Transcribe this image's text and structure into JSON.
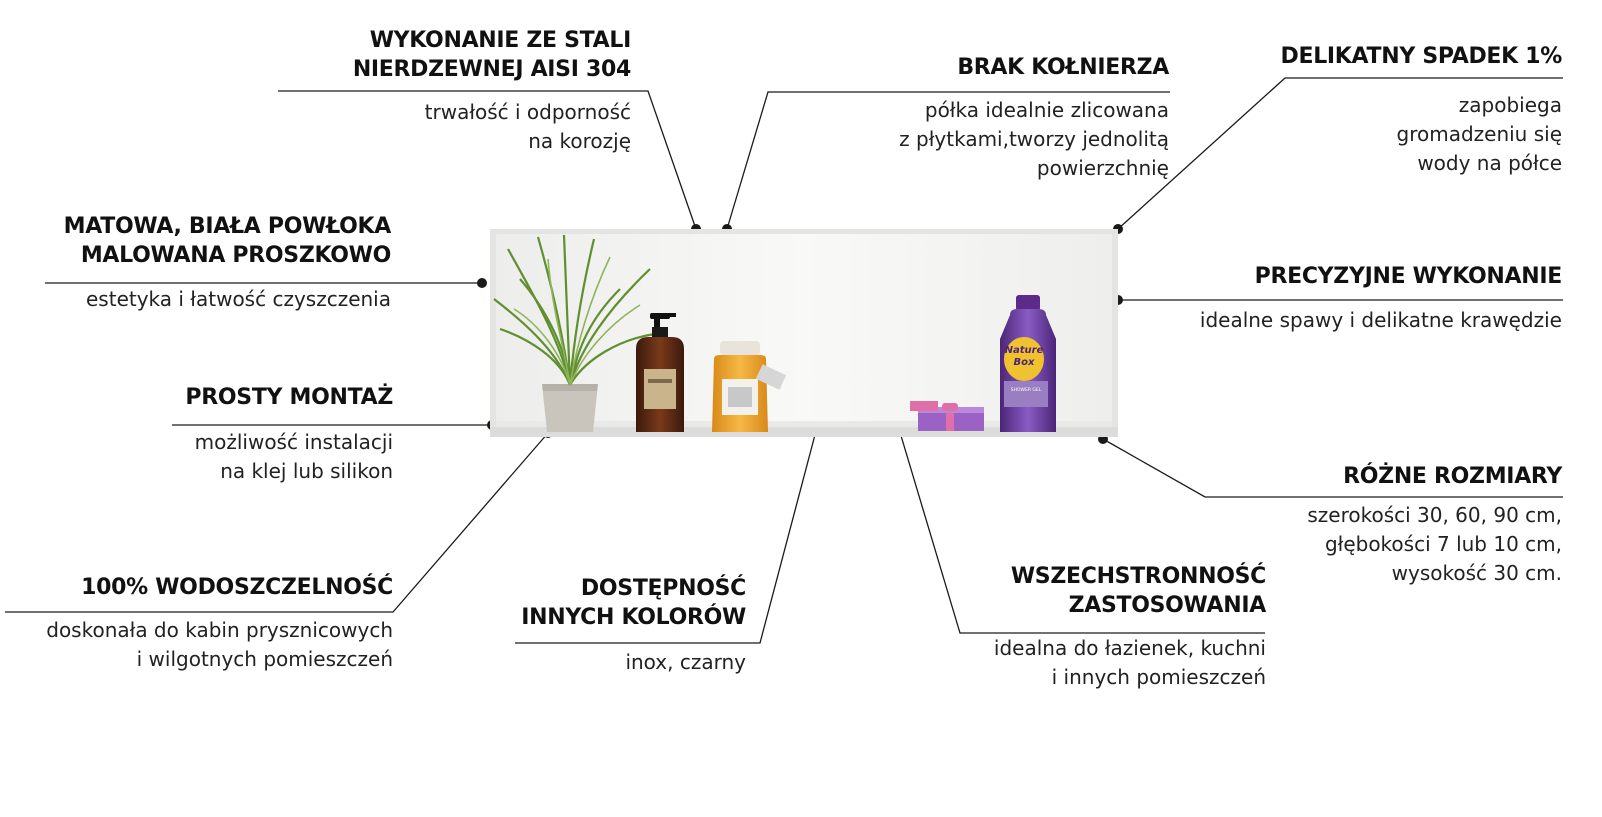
{
  "callouts": {
    "steel": {
      "title1": "WYKONANIE ZE STALI",
      "title2": "NIERDZEWNEJ AISI 304",
      "desc1": "trwałość i odporność",
      "desc2": "na korozję"
    },
    "flange": {
      "title1": "BRAK KOŁNIERZA",
      "desc1": "półka idealnie zlicowana",
      "desc2": "z płytkami,tworzy jednolitą",
      "desc3": "powierzchnię"
    },
    "slope": {
      "title1": "DELIKATNY SPADEK 1%",
      "desc1": "zapobiega",
      "desc2": "gromadzeniu się",
      "desc3": "wody na półce"
    },
    "coating": {
      "title1": "MATOWA, BIAŁA POWŁOKA",
      "title2": "MALOWANA PROSZKOWO",
      "desc1": "estetyka i łatwość czyszczenia"
    },
    "precise": {
      "title1": "PRECYZYJNE WYKONANIE",
      "desc1": "idealne spawy i delikatne krawędzie"
    },
    "mount": {
      "title1": "PROSTY MONTAŻ",
      "desc1": "możliwość instalacji",
      "desc2": "na klej lub silikon"
    },
    "sizes": {
      "title1": "RÓŻNE ROZMIARY",
      "desc1": "szerokości 30, 60, 90 cm,",
      "desc2": "głębokości 7 lub 10 cm,",
      "desc3": "wysokość 30 cm."
    },
    "water": {
      "title1": "100% WODOSZCZELNOŚĆ",
      "desc1": "doskonała do kabin prysznicowych",
      "desc2": "i wilgotnych pomieszczeń"
    },
    "colors": {
      "title1": "DOSTĘPNOŚĆ",
      "title2": "INNYCH KOLORÓW",
      "desc1": "inox, czarny"
    },
    "usage": {
      "title1": "WSZECHSTRONNOŚĆ",
      "title2": "ZASTOSOWANIA",
      "desc1": "idealna do łazienek, kuchni",
      "desc2": "i innych pomieszczeń"
    }
  },
  "product_labels": {
    "shower_gel_brand1": "Nature",
    "shower_gel_brand2": "Box",
    "shower_gel_type": "SHOWER GEL"
  },
  "colors": {
    "line": "#1a1a1a",
    "shelf_white": "#f6f6f5",
    "gel_purple": "#6b3fa0"
  }
}
